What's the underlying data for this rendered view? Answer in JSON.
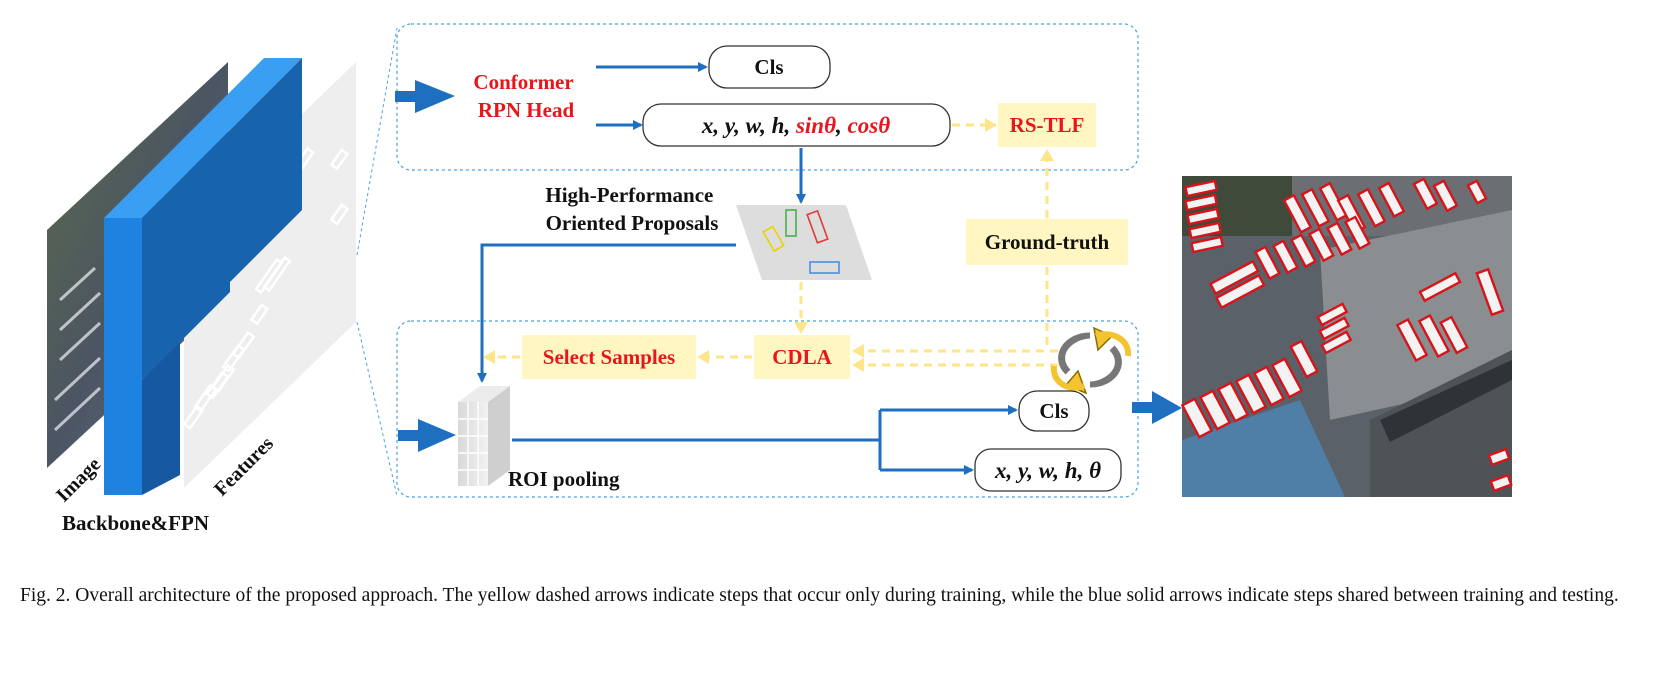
{
  "backbone": {
    "image_label": "Image",
    "features_label": "Features",
    "title": "Backbone&FPN"
  },
  "rpn": {
    "head_line1": "Conformer",
    "head_line2": "RPN Head",
    "cls_label": "Cls",
    "reg_plain": "x, y, w, h, ",
    "reg_sin": "sinθ",
    "reg_sep": ", ",
    "reg_cos": "cosθ",
    "loss_label": "RS-TLF"
  },
  "proposals": {
    "line1": "High-Performance",
    "line2": "Oriented Proposals"
  },
  "ground_truth": "Ground-truth",
  "cdla": "CDLA",
  "select_samples": "Select Samples",
  "roi": {
    "pooling_label": "ROI pooling",
    "cls_label": "Cls",
    "reg_label": "x, y, w, h, θ"
  },
  "caption": "Fig. 2.  Overall architecture of the proposed approach. The yellow dashed arrows indicate steps that occur only during training, while the blue solid arrows indicate steps shared between training and testing.",
  "colors": {
    "blue_arrow": "#1f6fc0",
    "yellow_dashed": "#fde68a",
    "yellow_box": "#fff6c2",
    "red_text": "#e8151b",
    "frame_dotted": "#4aa3df",
    "backbone_blue": "#1e7fd6"
  }
}
